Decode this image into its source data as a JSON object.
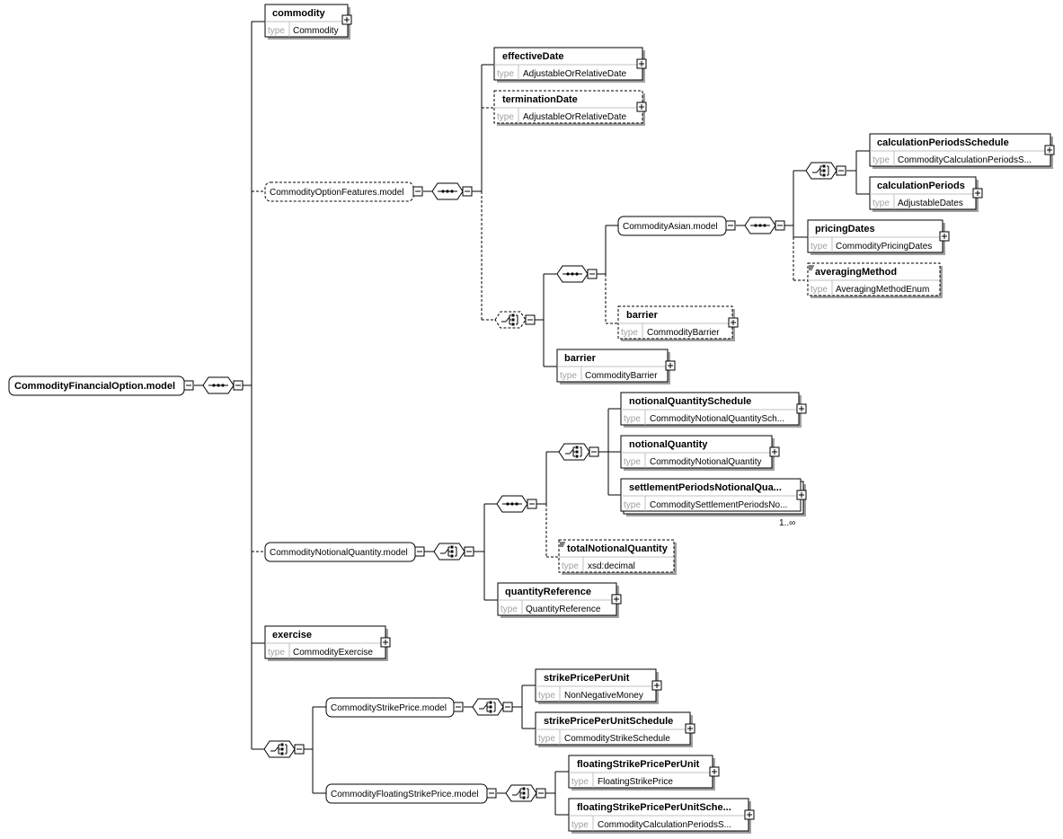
{
  "type_keyword": "type",
  "root": {
    "label": "CommodityFinancialOption.model"
  },
  "groups": {
    "option_features": "CommodityOptionFeatures.model",
    "asian": "CommodityAsian.model",
    "notional_quantity": "CommodityNotionalQuantity.model",
    "strike_price": "CommodityStrikePrice.model",
    "floating_strike": "CommodityFloatingStrikePrice.model"
  },
  "elements": {
    "commodity": {
      "name": "commodity",
      "type": "Commodity"
    },
    "effective_date": {
      "name": "effectiveDate",
      "type": "AdjustableOrRelativeDate"
    },
    "termination_date": {
      "name": "terminationDate",
      "type": "AdjustableOrRelativeDate"
    },
    "calc_periods_schedule": {
      "name": "calculationPeriodsSchedule",
      "type": "CommodityCalculationPeriodsS..."
    },
    "calc_periods": {
      "name": "calculationPeriods",
      "type": "AdjustableDates"
    },
    "pricing_dates": {
      "name": "pricingDates",
      "type": "CommodityPricingDates"
    },
    "averaging_method": {
      "name": "averagingMethod",
      "type": "AveragingMethodEnum"
    },
    "barrier_optional": {
      "name": "barrier",
      "type": "CommodityBarrier"
    },
    "barrier": {
      "name": "barrier",
      "type": "CommodityBarrier"
    },
    "notional_qty_schedule": {
      "name": "notionalQuantitySchedule",
      "type": "CommodityNotionalQuantitySch..."
    },
    "notional_qty": {
      "name": "notionalQuantity",
      "type": "CommodityNotionalQuantity"
    },
    "settlement_periods_nq": {
      "name": "settlementPeriodsNotionalQua...",
      "type": "CommoditySettlementPeriodsNo...",
      "cardinality": "1..∞"
    },
    "total_notional_qty": {
      "name": "totalNotionalQuantity",
      "type": "xsd:decimal"
    },
    "quantity_reference": {
      "name": "quantityReference",
      "type": "QuantityReference"
    },
    "exercise": {
      "name": "exercise",
      "type": "CommodityExercise"
    },
    "strike_price_per_unit": {
      "name": "strikePricePerUnit",
      "type": "NonNegativeMoney"
    },
    "strike_price_per_unit_schedule": {
      "name": "strikePricePerUnitSchedule",
      "type": "CommodityStrikeSchedule"
    },
    "floating_strike_per_unit": {
      "name": "floatingStrikePricePerUnit",
      "type": "FloatingStrikePrice"
    },
    "floating_strike_per_unit_schedule": {
      "name": "floatingStrikePricePerUnitSche...",
      "type": "CommodityCalculationPeriodsS..."
    }
  }
}
